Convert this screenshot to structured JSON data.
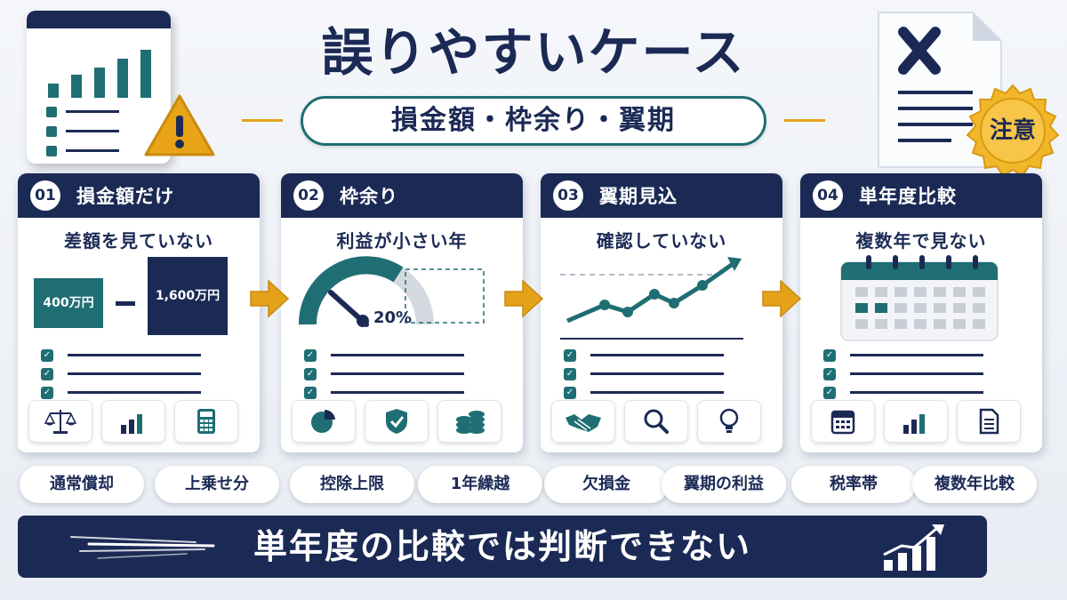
{
  "header": {
    "title": "誤りやすいケース",
    "subtitle": "損金額・枠余り・翼期"
  },
  "seal": {
    "label": "注意"
  },
  "cards": [
    {
      "number": "01",
      "title": "損金額だけ",
      "subtitle": "差額を見ていない",
      "amount_small": "400万円",
      "amount_large": "1,600万円",
      "icons": [
        "scale-icon",
        "bar-chart-icon",
        "calculator-icon"
      ]
    },
    {
      "number": "02",
      "title": "枠余り",
      "subtitle": "利益が小さい年",
      "gauge_label": "20%",
      "icons": [
        "pie-chart-icon",
        "shield-check-icon",
        "coins-icon"
      ]
    },
    {
      "number": "03",
      "title": "翼期見込",
      "subtitle": "確認していない",
      "icons": [
        "handshake-icon",
        "magnifier-icon",
        "lightbulb-icon"
      ]
    },
    {
      "number": "04",
      "title": "単年度比較",
      "subtitle": "複数年で見ない",
      "icons": [
        "calendar-icon",
        "bar-chart-icon",
        "document-icon"
      ]
    }
  ],
  "pills": [
    "通常償却",
    "上乗せ分",
    "控除上限",
    "1年繰越",
    "欠損金",
    "翼期の利益",
    "税率帯",
    "複数年比較"
  ],
  "banner": {
    "text": "単年度の比較では判断できない"
  },
  "colors": {
    "navy": "#1b2a55",
    "teal": "#1f6e74",
    "gold": "#e3a21a"
  }
}
